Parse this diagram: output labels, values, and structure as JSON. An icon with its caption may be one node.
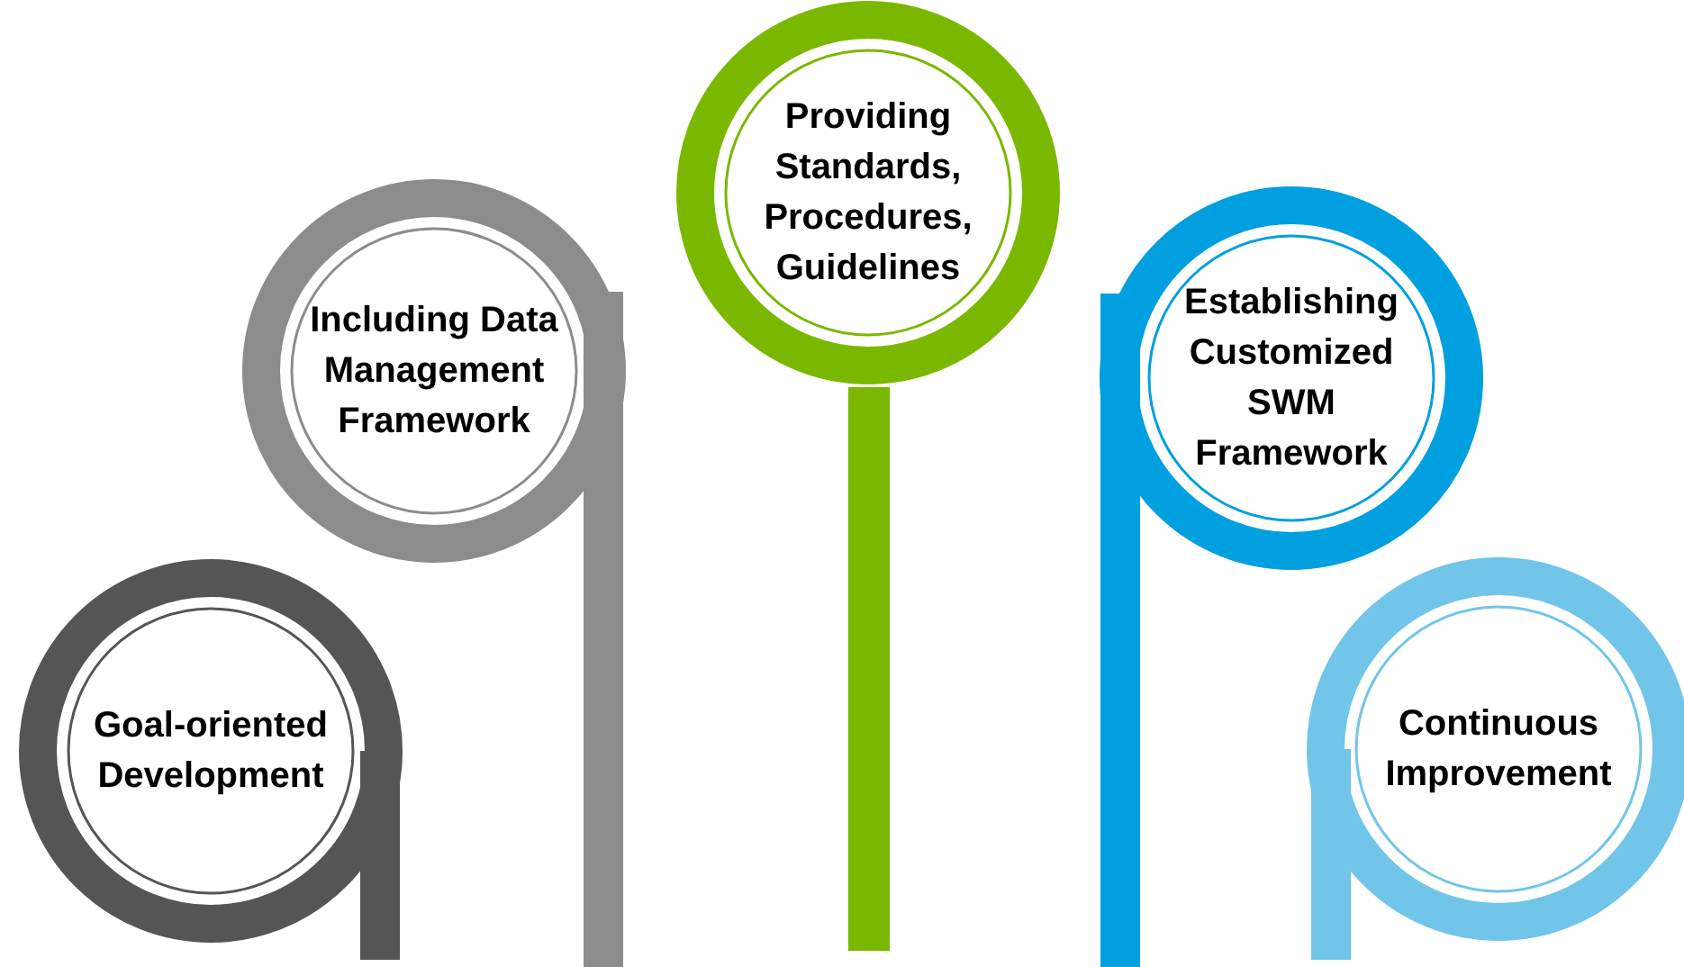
{
  "diagram": {
    "nodes": [
      {
        "text": [
          "Goal-oriented Development"
        ]
      },
      {
        "text": [
          "Including Data Management Framework"
        ]
      },
      {
        "text": [
          "Providing Standards, Procedures, Guidelines"
        ]
      },
      {
        "text": [
          "Establishing Customized SWM Framework"
        ]
      },
      {
        "text": [
          "Continuous Improvement"
        ]
      }
    ],
    "edges": []
  }
}
